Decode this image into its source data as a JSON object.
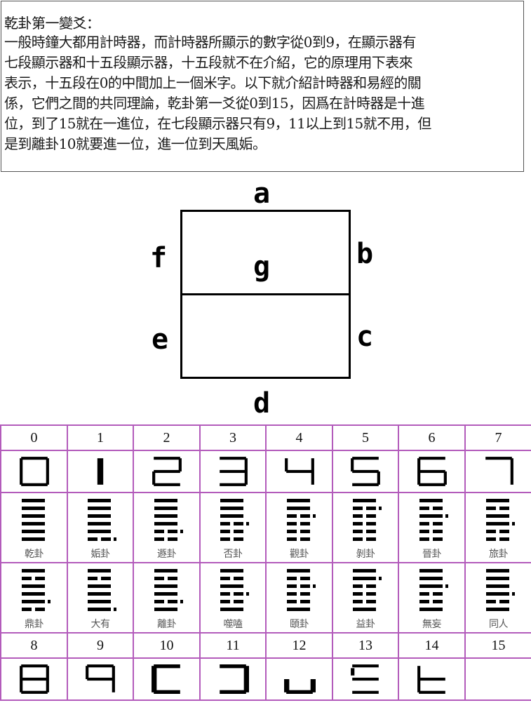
{
  "intro": {
    "title": "乾卦第一變爻：",
    "lines": [
      "一般時鐘大都用計時器，而計時器所顯示的數字從0到9，在顯示器有",
      "七段顯示器和十五段顯示器，十五段就不在介紹，它的原理用下表來",
      "表示，十五段在0的中間加上一個米字。以下就介紹計時器和易經的關",
      "係，它們之間的共同理論，乾卦第一爻從0到15，因爲在計時器是十進",
      "位，到了15就在一進位，在七段顯示器只有9，11以上到15就不用，但",
      "是到離卦10就要進一位，進一位到天風姤。"
    ]
  },
  "segment_diagram": {
    "labels": {
      "a": "a",
      "b": "b",
      "c": "c",
      "d": "d",
      "e": "e",
      "f": "f",
      "g": "g"
    }
  },
  "colors": {
    "table_border": "#b35bbb",
    "intro_border": "#555555",
    "ink": "#000000"
  },
  "table": {
    "top_numbers": [
      "0",
      "1",
      "2",
      "3",
      "4",
      "5",
      "6",
      "7"
    ],
    "top_digits": [
      {
        "value": "0",
        "segments": [
          "a",
          "b",
          "c",
          "d",
          "e",
          "f"
        ]
      },
      {
        "value": "1",
        "segments": [
          "b",
          "c"
        ]
      },
      {
        "value": "2",
        "segments": [
          "a",
          "b",
          "g",
          "e",
          "d"
        ]
      },
      {
        "value": "3",
        "segments": [
          "a",
          "b",
          "g",
          "c",
          "d"
        ]
      },
      {
        "value": "4",
        "segments": [
          "f",
          "g",
          "b",
          "c"
        ]
      },
      {
        "value": "5",
        "segments": [
          "a",
          "f",
          "g",
          "c",
          "d"
        ]
      },
      {
        "value": "6",
        "segments": [
          "a",
          "f",
          "g",
          "e",
          "c",
          "d"
        ]
      },
      {
        "value": "7",
        "segments": [
          "a",
          "b",
          "c"
        ]
      }
    ],
    "hexagrams_row1": [
      {
        "name": "乾卦",
        "lines": [
          1,
          1,
          1,
          1,
          1,
          1
        ],
        "dot": null
      },
      {
        "name": "姤卦",
        "lines": [
          1,
          1,
          1,
          1,
          1,
          0
        ],
        "dot": 6
      },
      {
        "name": "遯卦",
        "lines": [
          1,
          1,
          1,
          1,
          0,
          0
        ],
        "dot": 5
      },
      {
        "name": "否卦",
        "lines": [
          1,
          1,
          1,
          0,
          0,
          0
        ],
        "dot": 4
      },
      {
        "name": "觀卦",
        "lines": [
          1,
          1,
          0,
          0,
          0,
          0
        ],
        "dot": 3
      },
      {
        "name": "剝卦",
        "lines": [
          1,
          0,
          0,
          0,
          0,
          0
        ],
        "dot": 2
      },
      {
        "name": "晉卦",
        "lines": [
          1,
          0,
          1,
          0,
          0,
          0
        ],
        "dot": 3
      },
      {
        "name": "旅卦",
        "lines": [
          1,
          0,
          1,
          1,
          0,
          0
        ],
        "dot": 4
      }
    ],
    "hexagrams_row2": [
      {
        "name": "鼎卦",
        "lines": [
          1,
          0,
          1,
          1,
          1,
          0
        ],
        "dot": 5
      },
      {
        "name": "大有",
        "lines": [
          1,
          0,
          1,
          1,
          1,
          1
        ],
        "dot": 6
      },
      {
        "name": "離卦",
        "lines": [
          1,
          0,
          1,
          1,
          0,
          1
        ],
        "dot": 5
      },
      {
        "name": "噬嗑",
        "lines": [
          1,
          0,
          1,
          0,
          0,
          1
        ],
        "dot": 4
      },
      {
        "name": "頤卦",
        "lines": [
          1,
          0,
          0,
          0,
          0,
          1
        ],
        "dot": 3
      },
      {
        "name": "益卦",
        "lines": [
          1,
          1,
          0,
          0,
          0,
          1
        ],
        "dot": 2
      },
      {
        "name": "無妄",
        "lines": [
          1,
          1,
          1,
          0,
          0,
          1
        ],
        "dot": 3
      },
      {
        "name": "同人",
        "lines": [
          1,
          1,
          1,
          1,
          0,
          1
        ],
        "dot": 4
      }
    ],
    "bottom_numbers": [
      "8",
      "9",
      "10",
      "11",
      "12",
      "13",
      "14",
      "15"
    ],
    "bottom_digits": [
      {
        "value": "8",
        "segments": [
          "a",
          "b",
          "c",
          "d",
          "e",
          "f",
          "g"
        ]
      },
      {
        "value": "9",
        "segments": [
          "a",
          "b",
          "f",
          "g",
          "c"
        ]
      },
      {
        "value": "10",
        "segments": [
          "a",
          "f",
          "e",
          "d"
        ]
      },
      {
        "value": "11",
        "segments": [
          "a",
          "b",
          "c",
          "d"
        ]
      },
      {
        "value": "12",
        "segments": [
          "e",
          "c",
          "d"
        ]
      },
      {
        "value": "13",
        "segments": [
          "a",
          "f_short",
          "g",
          "d"
        ]
      },
      {
        "value": "14",
        "segments": [
          "f",
          "e",
          "g",
          "d"
        ]
      },
      {
        "value": "15",
        "segments": []
      }
    ]
  }
}
